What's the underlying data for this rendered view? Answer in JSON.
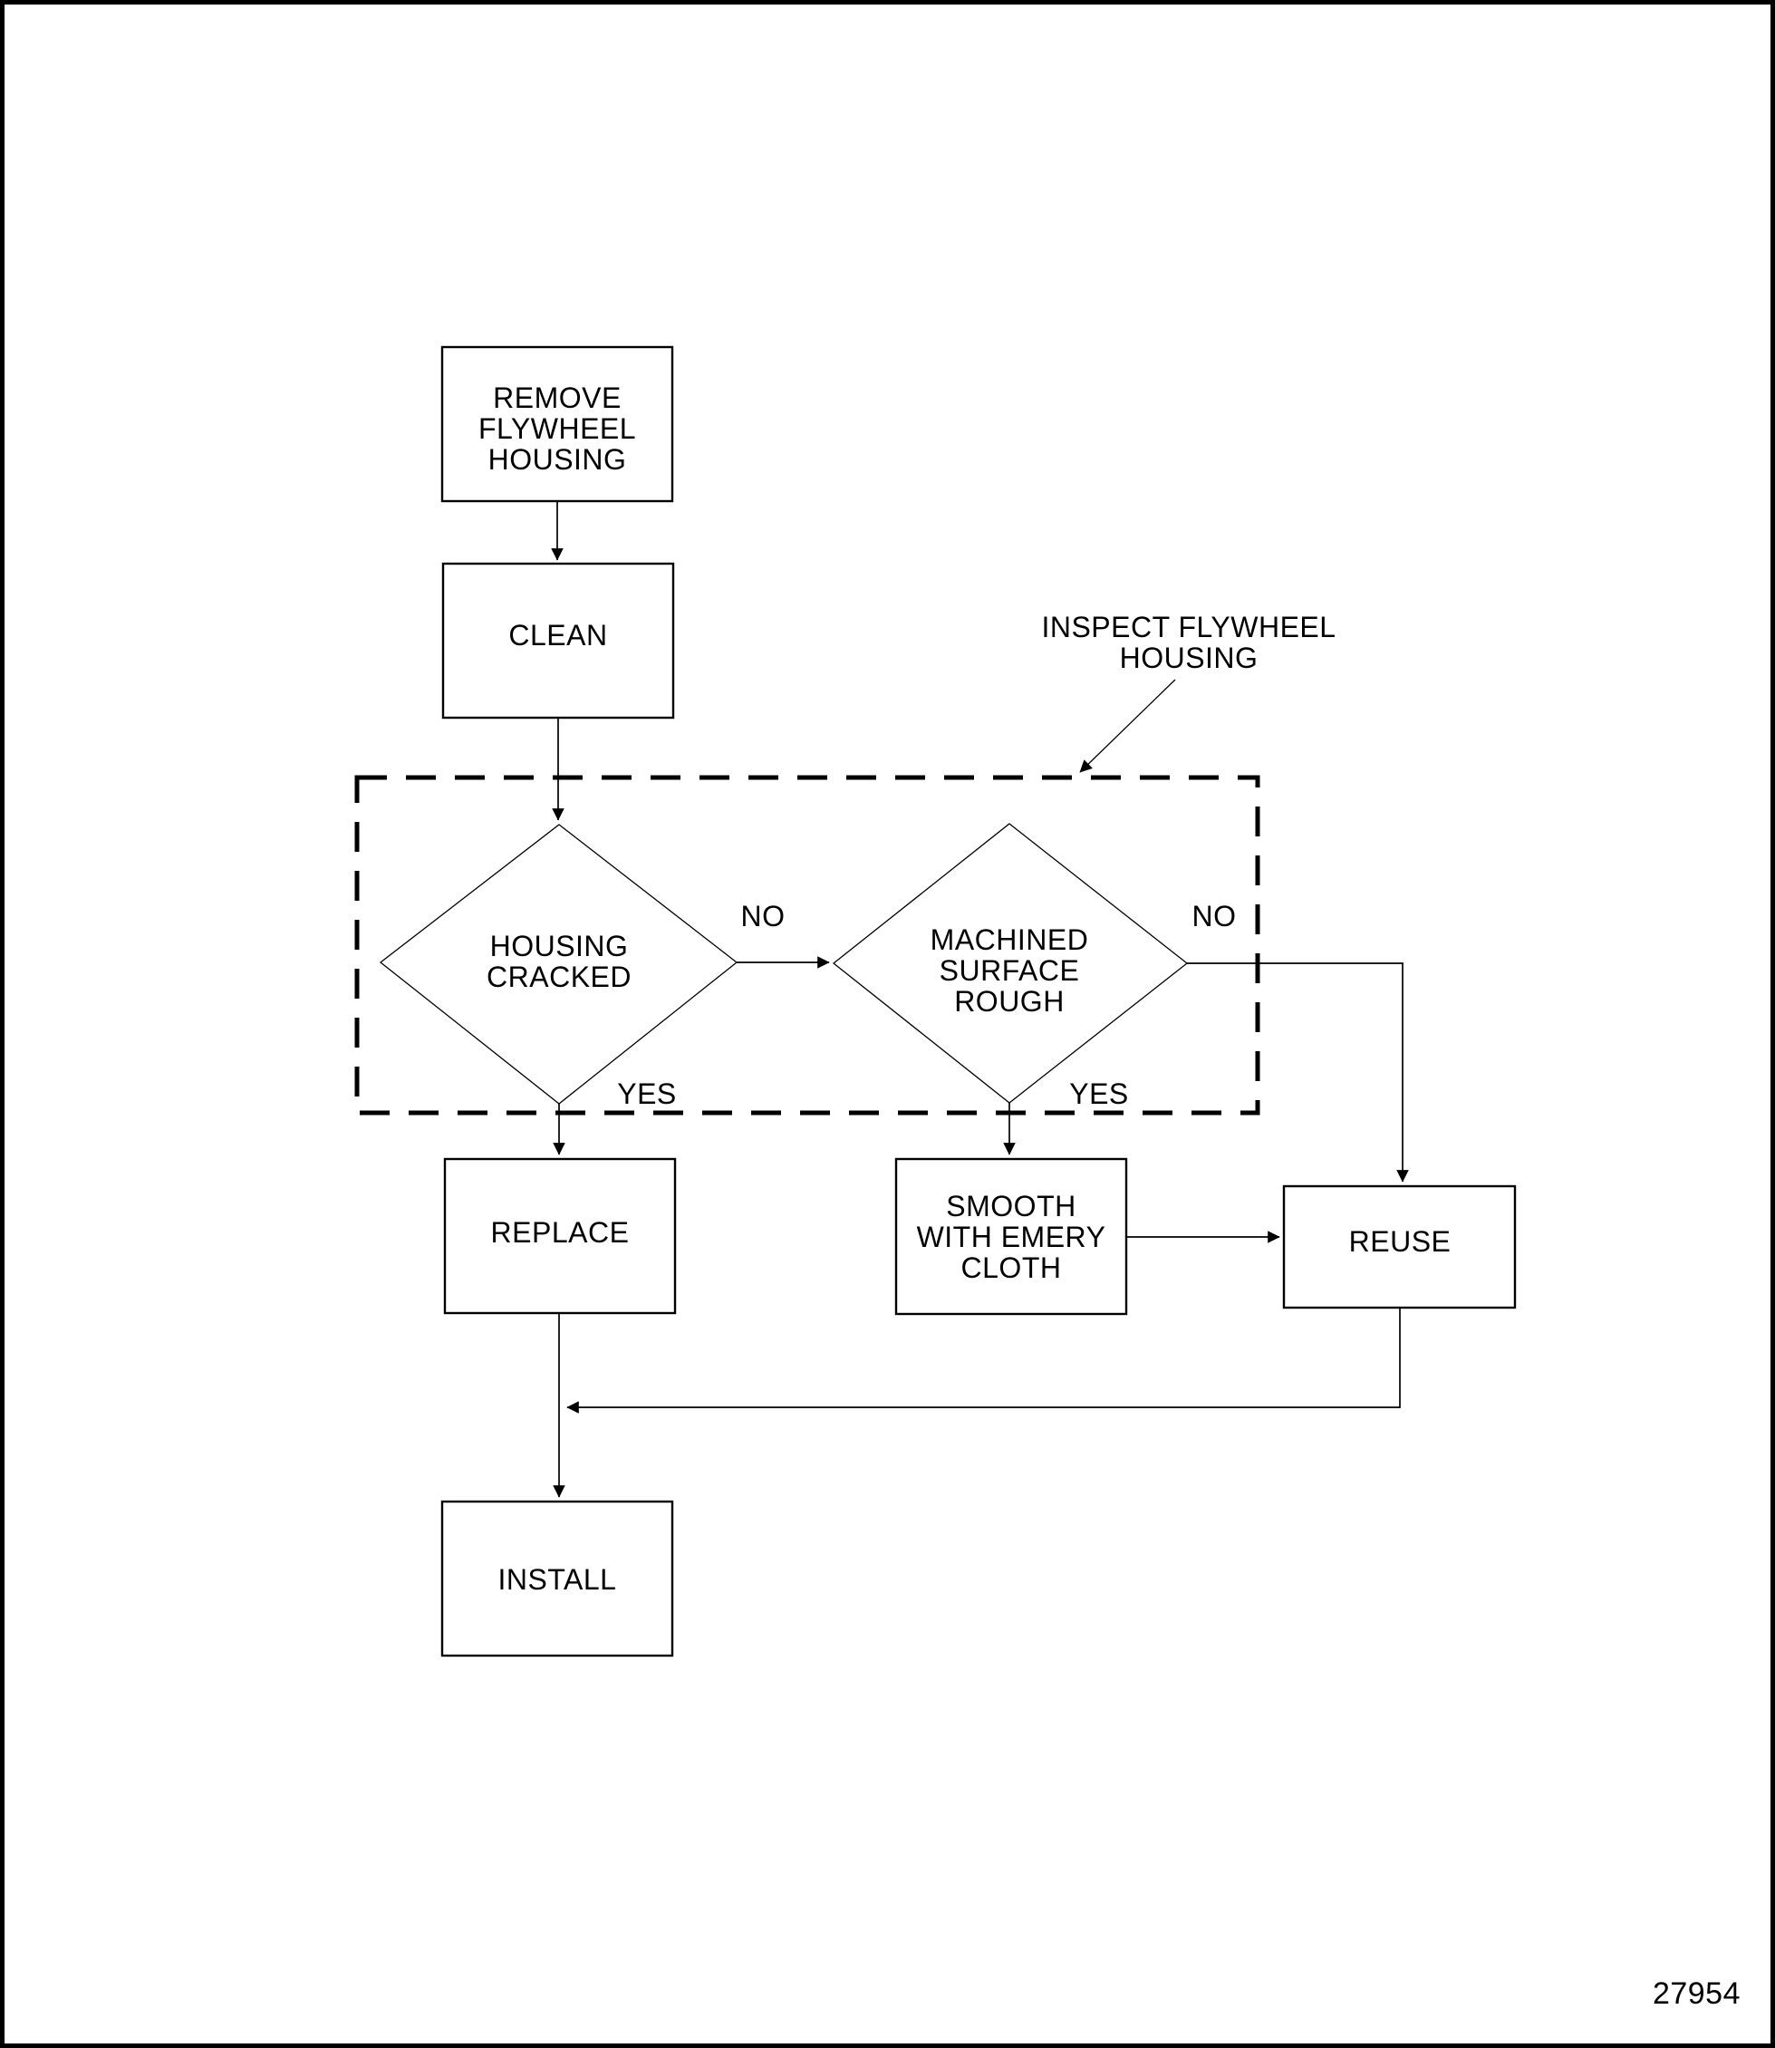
{
  "figure": {
    "number": "27954"
  },
  "colors": {
    "ink": "#000000",
    "background": "#ffffff"
  },
  "nodes": {
    "remove": {
      "lines": [
        "REMOVE",
        "FLYWHEEL",
        "HOUSING"
      ]
    },
    "clean": {
      "label": "CLEAN"
    },
    "housing_cracked": {
      "lines": [
        "HOUSING",
        "CRACKED"
      ]
    },
    "machined_surface_rough": {
      "lines": [
        "MACHINED",
        "SURFACE",
        "ROUGH"
      ]
    },
    "replace": {
      "label": "REPLACE"
    },
    "smooth_with_emery_cloth": {
      "lines": [
        "SMOOTH",
        "WITH EMERY",
        "CLOTH"
      ]
    },
    "reuse": {
      "label": "REUSE"
    },
    "install": {
      "label": "INSTALL"
    }
  },
  "group_label": {
    "lines": [
      "INSPECT FLYWHEEL",
      "HOUSING"
    ]
  },
  "edge_labels": {
    "housing_cracked_no": "NO",
    "housing_cracked_yes": "YES",
    "machined_no": "NO",
    "machined_yes": "YES"
  }
}
